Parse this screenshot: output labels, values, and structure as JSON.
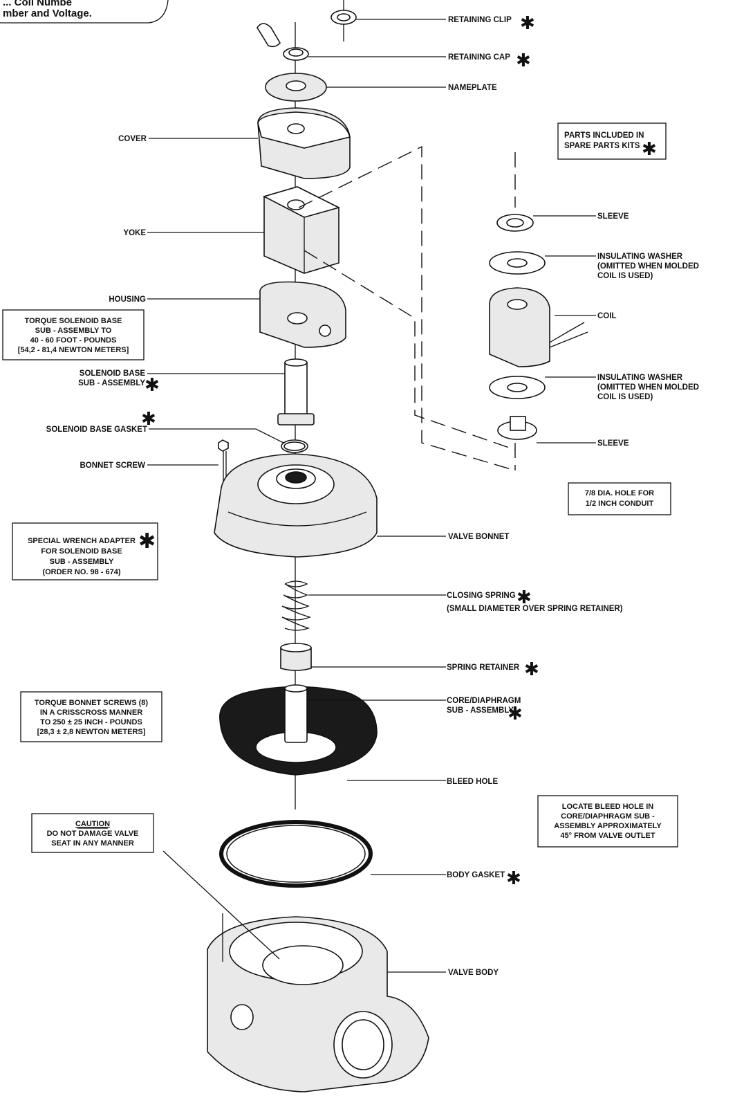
{
  "corner_note": {
    "line1": "... Coil Numbe",
    "line2": "mber and Voltage."
  },
  "labels": {
    "retaining_clip": "RETAINING CLIP",
    "retaining_cap": "RETAINING CAP",
    "nameplate": "NAMEPLATE",
    "cover": "COVER",
    "yoke": "YOKE",
    "housing": "HOUSING",
    "solenoid_base_1": "SOLENOID BASE",
    "solenoid_base_2": "SUB - ASSEMBLY",
    "solenoid_base_gasket": "SOLENOID BASE GASKET",
    "bonnet_screw": "BONNET SCREW",
    "valve_bonnet": "VALVE BONNET",
    "closing_spring": "CLOSING SPRING",
    "closing_spring_note": "(SMALL DIAMETER OVER SPRING RETAINER)",
    "spring_retainer": "SPRING RETAINER",
    "core_diaphragm_1": "CORE/DIAPHRAGM",
    "core_diaphragm_2": "SUB - ASSEMBLY",
    "bleed_hole": "BLEED HOLE",
    "body_gasket": "BODY GASKET",
    "valve_body": "VALVE BODY",
    "sleeve_top": "SLEEVE",
    "insulating_washer_1": "INSULATING WASHER",
    "insulating_washer_2": "(OMITTED WHEN MOLDED",
    "insulating_washer_3": "COIL IS USED)",
    "coil": "COIL",
    "insulating_washer_b1": "INSULATING WASHER",
    "insulating_washer_b2": "(OMITTED WHEN MOLDED",
    "insulating_washer_b3": "COIL IS USED)",
    "sleeve_bottom": "SLEEVE"
  },
  "notes": {
    "spare_parts": [
      "PARTS INCLUDED IN",
      "SPARE PARTS KITS"
    ],
    "conduit": [
      "7/8 DIA. HOLE FOR",
      "1/2 INCH CONDUIT"
    ],
    "torque_solenoid": [
      "TORQUE SOLENOID BASE",
      "SUB - ASSEMBLY TO",
      "40 - 60 FOOT - POUNDS",
      "[54,2 - 81,4 NEWTON METERS]"
    ],
    "wrench_adapter": [
      "SPECIAL WRENCH ADAPTER",
      "FOR SOLENOID BASE",
      "SUB - ASSEMBLY",
      "(ORDER NO. 98 - 674)"
    ],
    "torque_bonnet": [
      "TORQUE BONNET SCREWS (8)",
      "IN A CRISSCROSS MANNER",
      "TO 250 ± 25 INCH - POUNDS",
      "[28,3 ± 2,8 NEWTON METERS]"
    ],
    "caution_title": "CAUTION",
    "caution": [
      "DO NOT DAMAGE VALVE",
      "SEAT IN ANY MANNER"
    ],
    "bleed_locate": [
      "LOCATE BLEED HOLE IN",
      "CORE/DIAPHRAGM SUB -",
      "ASSEMBLY APPROXIMATELY",
      "45° FROM VALVE OUTLET"
    ]
  },
  "asterisk": "✱"
}
